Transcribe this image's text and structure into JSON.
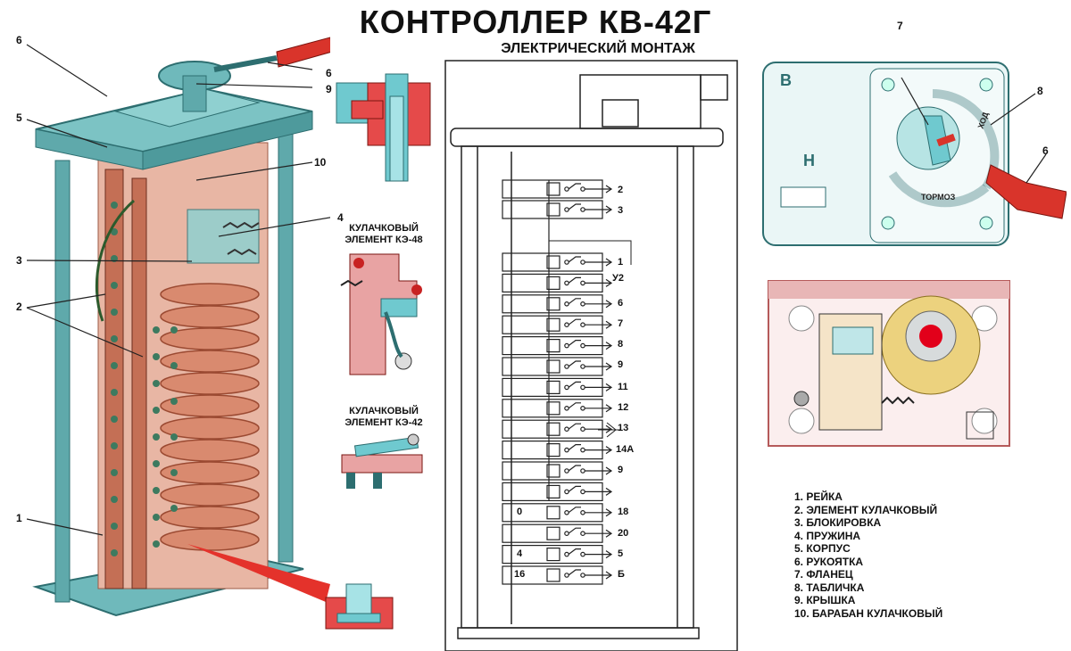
{
  "title": "КОНТРОЛЛЕР КВ-42Г",
  "subtitle": "ЭЛЕКТРИЧЕСКИЙ МОНТАЖ",
  "element_ke48": {
    "line1": "КУЛАЧКОВЫЙ",
    "line2": "ЭЛЕМЕНТ КЭ-48"
  },
  "element_ke42": {
    "line1": "КУЛАЧКОВЫЙ",
    "line2": "ЭЛЕМЕНТ КЭ-42"
  },
  "callouts": [
    "6",
    "6",
    "9",
    "5",
    "10",
    "4",
    "3",
    "2",
    "1",
    "7",
    "8",
    "6"
  ],
  "wiring": {
    "terminals_top": [
      "2",
      "3"
    ],
    "terminals_main": [
      "1",
      "6",
      "7",
      "8",
      "9",
      "11",
      "12",
      "13",
      "14A",
      "9",
      "18",
      "20",
      "5",
      "Б"
    ],
    "label_u2": "У2",
    "left_labels": [
      "0",
      "4",
      "16"
    ]
  },
  "cover": {
    "letter_v": "В",
    "letter_n": "Н",
    "scale_hod": "ХОД",
    "scale_tormoz": "ТОРМОЗ"
  },
  "legend": [
    "1. РЕЙКА",
    "2. ЭЛЕМЕНТ КУЛАЧКОВЫЙ",
    "3. БЛОКИРОВКА",
    "4. ПРУЖИНА",
    "5. КОРПУС",
    "6. РУКОЯТКА",
    "7. ФЛАНЕЦ",
    "8. ТАБЛИЧКА",
    "9. КРЫШКА",
    "10. БАРАБАН КУЛАЧКОВЫЙ"
  ]
}
